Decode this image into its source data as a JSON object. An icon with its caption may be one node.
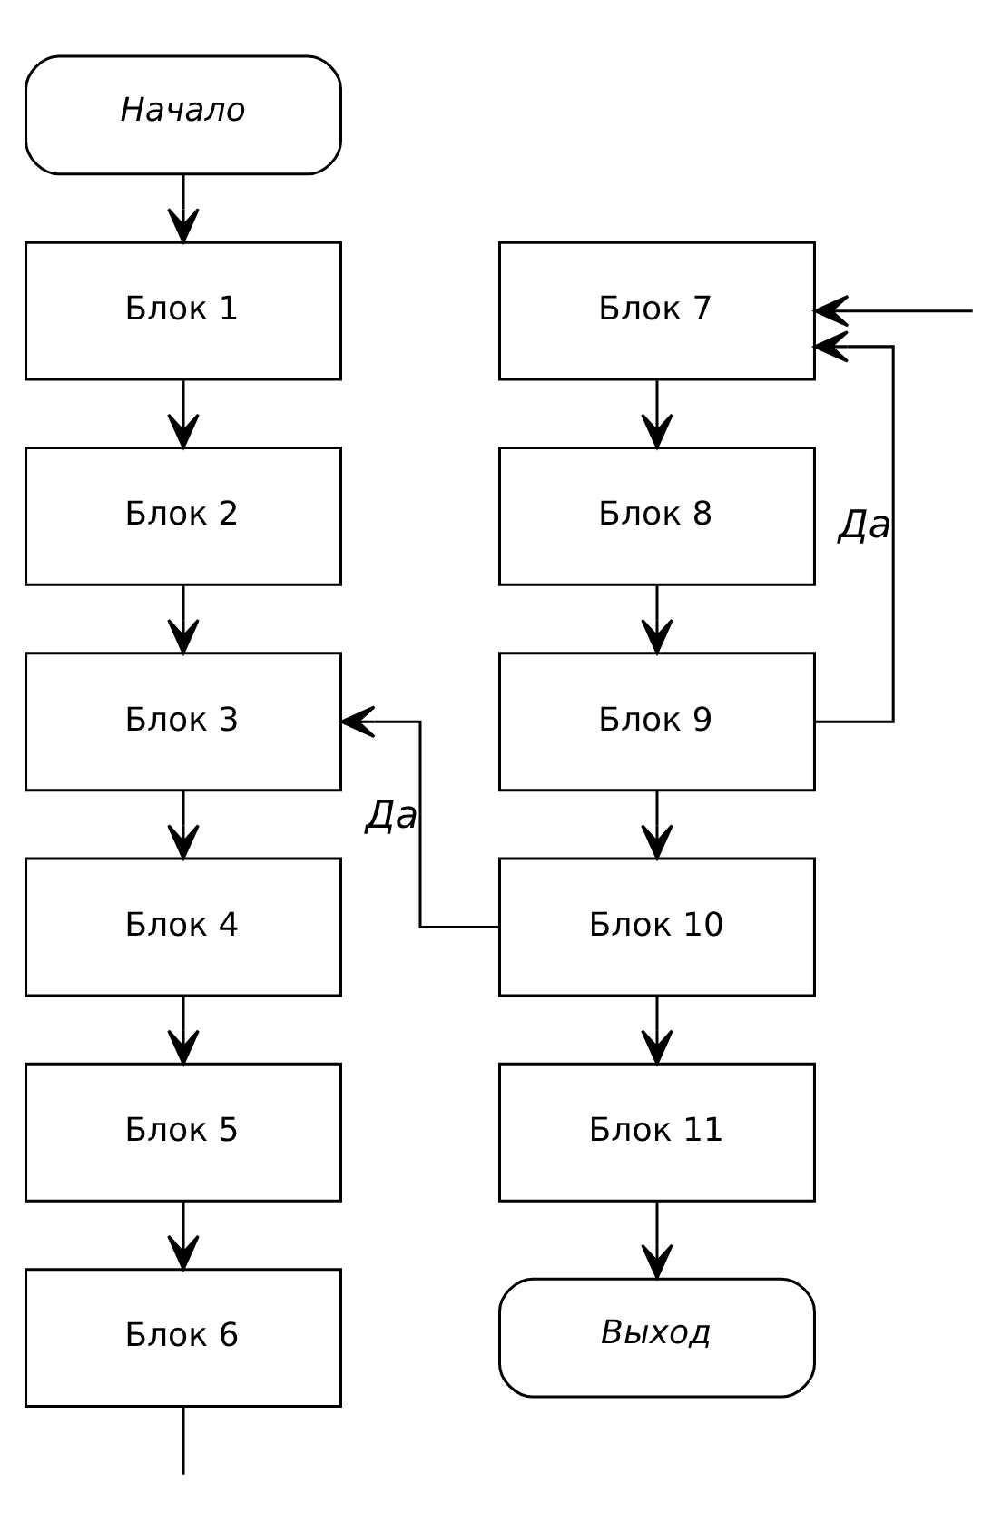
{
  "diagram": {
    "nodes": [
      {
        "text": [
          "Начало"
        ]
      },
      {
        "text": [
          "Блок 1"
        ]
      },
      {
        "text": [
          "Блок 2"
        ]
      },
      {
        "text": [
          "Блок 3"
        ]
      },
      {
        "text": [
          "Блок 4"
        ]
      },
      {
        "text": [
          "Блок 5"
        ]
      },
      {
        "text": [
          "Блок 6"
        ]
      },
      {
        "text": [
          "Блок 7"
        ]
      },
      {
        "text": [
          "Блок 8"
        ]
      },
      {
        "text": [
          "Блок 9"
        ]
      },
      {
        "text": [
          "Блок 10"
        ]
      },
      {
        "text": [
          "Блок 11"
        ]
      },
      {
        "text": [
          "Выход"
        ]
      }
    ],
    "edges": [
      {
        "from": 0,
        "to": 1,
        "arrow": "to"
      },
      {
        "from": 1,
        "to": 2,
        "arrow": "to"
      },
      {
        "from": 2,
        "to": 3,
        "arrow": "to"
      },
      {
        "from": 3,
        "to": 4,
        "arrow": "to"
      },
      {
        "from": 4,
        "to": 5,
        "arrow": "to"
      },
      {
        "from": 5,
        "to": 6,
        "arrow": "to"
      },
      {
        "from": 6,
        "to": null,
        "arrow": "none"
      },
      {
        "from": null,
        "to": 7,
        "arrow": "to"
      },
      {
        "from": 7,
        "to": 8,
        "arrow": "to"
      },
      {
        "from": 8,
        "to": 9,
        "arrow": "to"
      },
      {
        "from": 9,
        "to": 7,
        "label": "Да",
        "arrow": "to"
      },
      {
        "from": 9,
        "to": 10,
        "arrow": "to"
      },
      {
        "from": 10,
        "to": 3,
        "label": "Да",
        "arrow": "to"
      },
      {
        "from": 10,
        "to": 11,
        "arrow": "to"
      },
      {
        "from": 11,
        "to": 12,
        "arrow": "to"
      }
    ]
  }
}
